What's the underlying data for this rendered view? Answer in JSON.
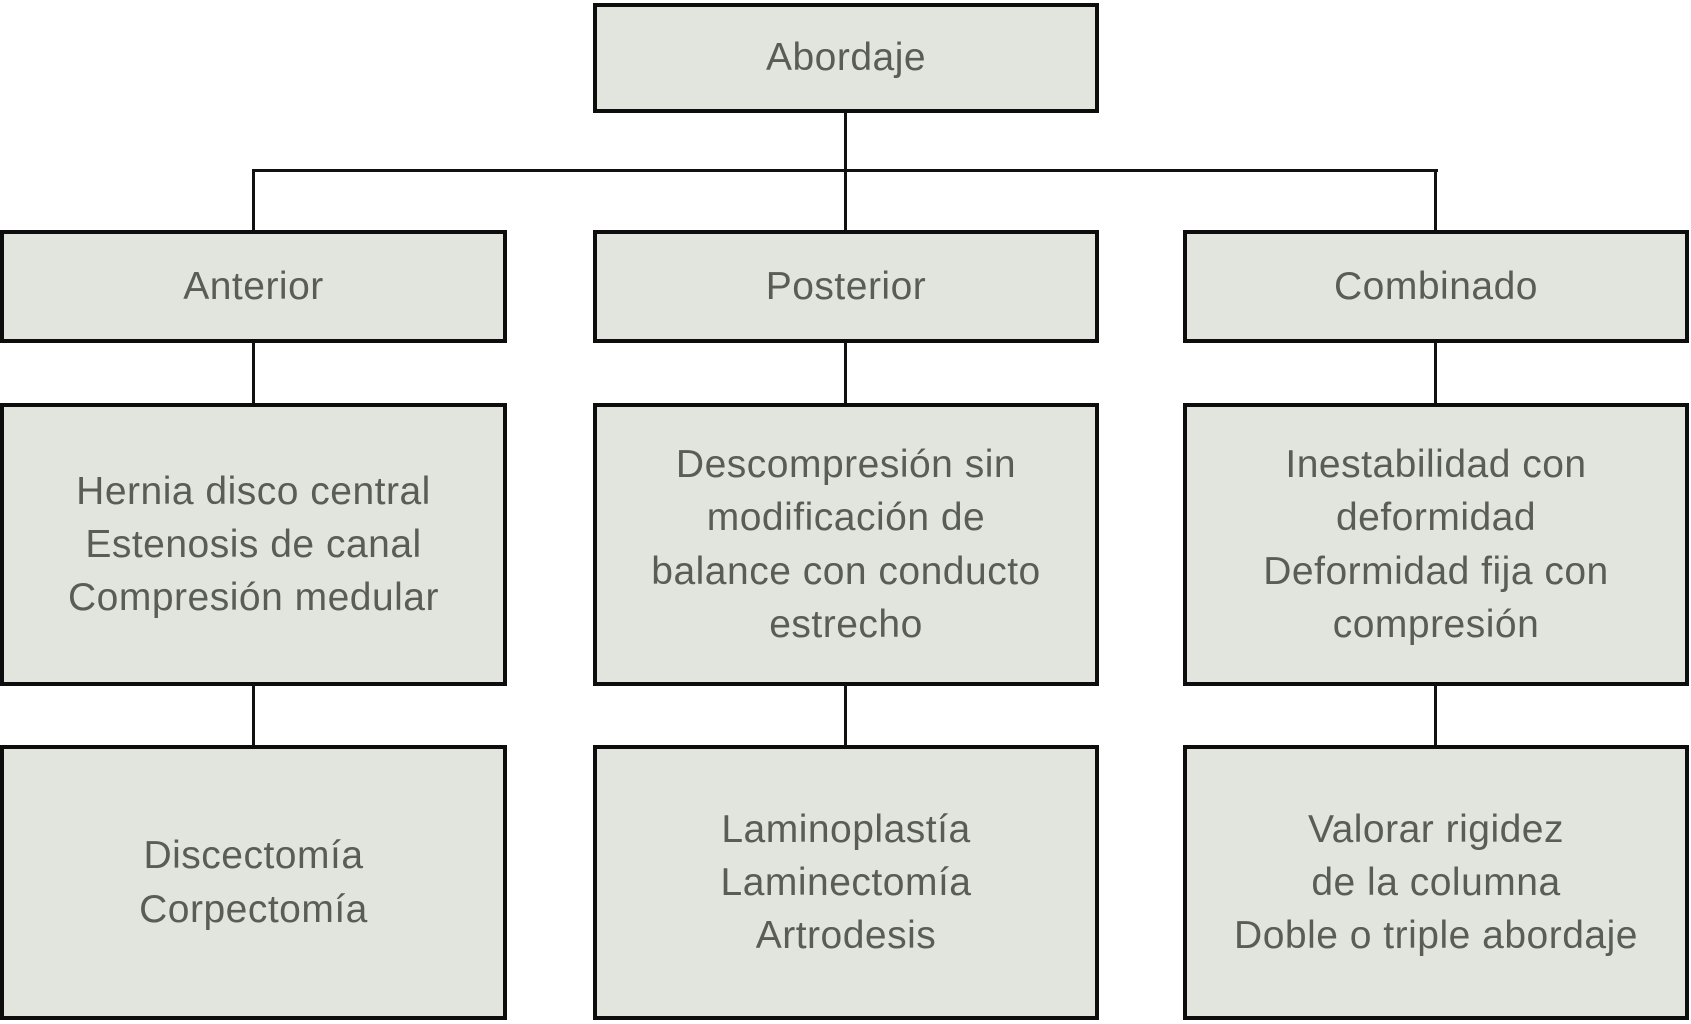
{
  "diagram": {
    "type": "flowchart",
    "root_label": "Abordaje",
    "columns": [
      {
        "header": "Anterior",
        "indications": "Hernia disco central\nEstenosis de canal\nCompresión medular",
        "procedures": "Discectomía\nCorpectomía"
      },
      {
        "header": "Posterior",
        "indications": "Descompresión sin\nmodificación de\nbalance con conducto\nestrecho",
        "procedures": "Laminoplastía\nLaminectomía\nArtrodesis"
      },
      {
        "header": "Combinado",
        "indications": "Inestabilidad con\ndeformidad\nDeformidad fija con\ncompresión",
        "procedures": "Valorar rigidez\nde la columna\nDoble o triple abordaje"
      }
    ],
    "colors": {
      "box_fill": "#e2e5dd",
      "box_border": "#0d0d0d",
      "text": "#595d55",
      "connector": "#111111",
      "background": "#ffffff"
    }
  }
}
